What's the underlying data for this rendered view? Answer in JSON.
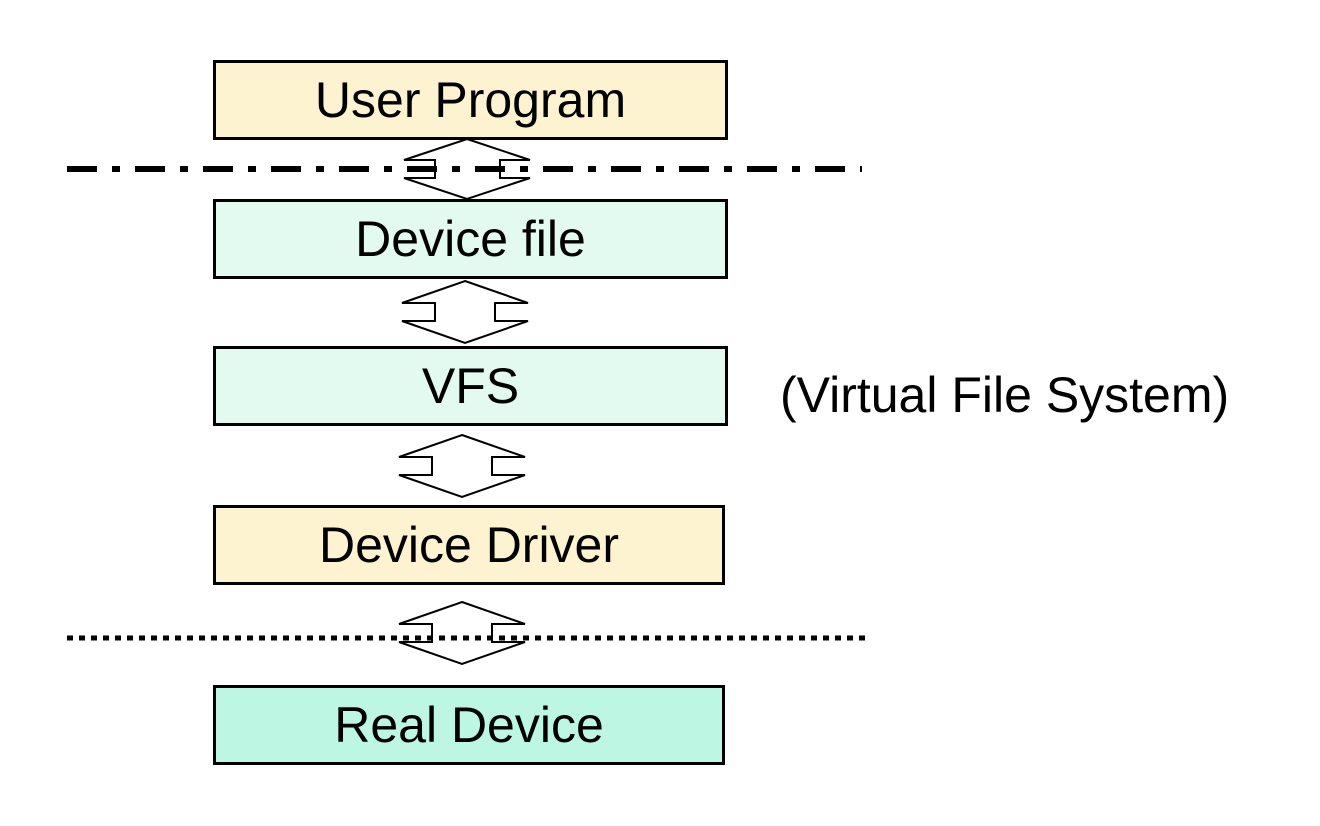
{
  "diagram": {
    "layers": [
      {
        "label": "User Program",
        "fill": "#FDF3D1"
      },
      {
        "label": "Device file",
        "fill": "#E2FAF0"
      },
      {
        "label": "VFS",
        "fill": "#E2FAF0"
      },
      {
        "label": "Device Driver",
        "fill": "#FDF3D1"
      },
      {
        "label": "Real Device",
        "fill": "#BDF7E3"
      }
    ],
    "annotation": "(Virtual File System)",
    "boundaries": [
      {
        "style": "dash-dot"
      },
      {
        "style": "dotted"
      }
    ]
  }
}
